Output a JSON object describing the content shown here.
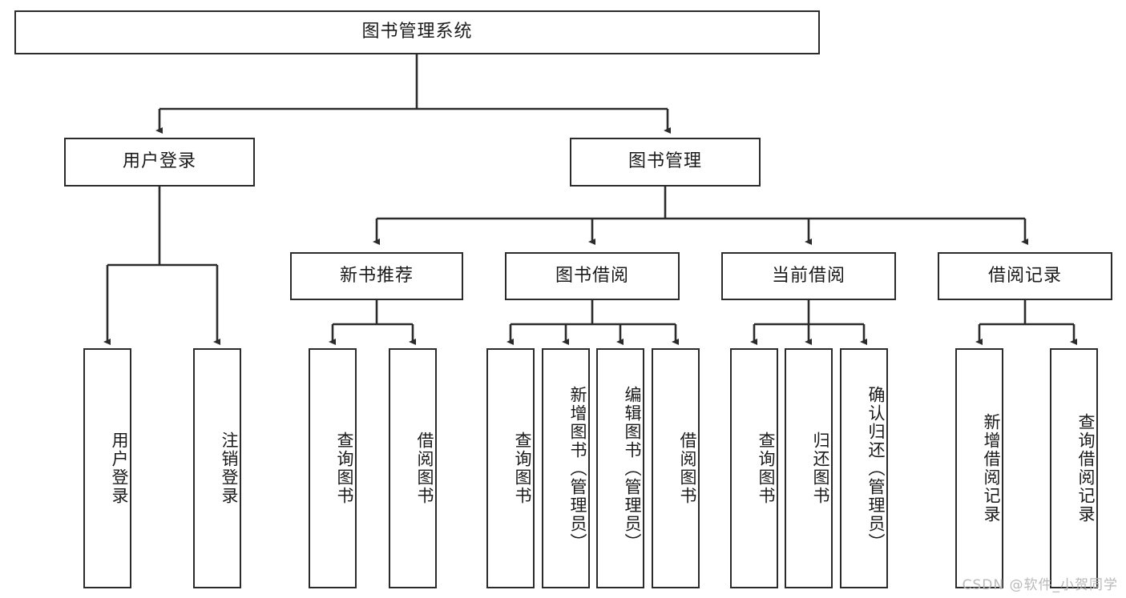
{
  "diagram": {
    "type": "tree-hierarchy",
    "title": "图书管理系统",
    "orientation": "top-down",
    "colors": {
      "node_border": "#2b2b2b",
      "node_fill": "#ffffff",
      "edge": "#2b2b2b",
      "text": "#1a1a1a",
      "watermark": "#b9b9b9",
      "background": "#ffffff"
    },
    "root": {
      "label": "图书管理系统"
    },
    "level2": [
      {
        "label": "用户登录"
      },
      {
        "label": "图书管理"
      }
    ],
    "level3": [
      {
        "label": "新书推荐"
      },
      {
        "label": "图书借阅"
      },
      {
        "label": "当前借阅"
      },
      {
        "label": "借阅记录"
      }
    ],
    "leaves": {
      "user_login": [
        {
          "label": "用户登录"
        },
        {
          "label": "注销登录"
        }
      ],
      "new_book_recommend": [
        {
          "label": "查询图书"
        },
        {
          "label": "借阅图书"
        }
      ],
      "book_borrow": [
        {
          "label": "查询图书"
        },
        {
          "label": "新增图书（管理员）"
        },
        {
          "label": "编辑图书（管理员）"
        },
        {
          "label": "借阅图书"
        }
      ],
      "current_borrow": [
        {
          "label": "查询图书"
        },
        {
          "label": "归还图书"
        },
        {
          "label": "确认归还（管理员）"
        }
      ],
      "borrow_record": [
        {
          "label": "新增借阅记录"
        },
        {
          "label": "查询借阅记录"
        }
      ]
    }
  },
  "watermark": {
    "text": "CSDN @软件_小贺同学"
  }
}
